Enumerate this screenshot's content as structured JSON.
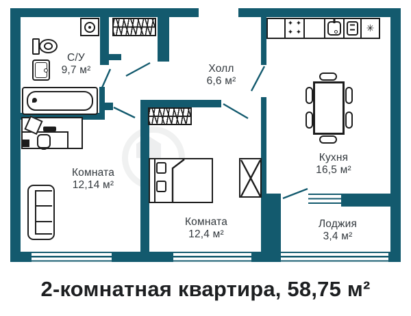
{
  "title": "2-комнатная квартира, 58,75 м²",
  "plan": {
    "rooms": {
      "bathroom": {
        "name": "С/У",
        "area": "9,7 м²"
      },
      "hall": {
        "name": "Холл",
        "area": "6,6 м²"
      },
      "kitchen": {
        "name": "Кухня",
        "area": "16,5 м²"
      },
      "room1": {
        "name": "Комната",
        "area": "12,14 м²"
      },
      "room2": {
        "name": "Комната",
        "area": "12,4 м²"
      },
      "loggia": {
        "name": "Лоджия",
        "area": "3,4 м²"
      }
    }
  },
  "symbols": {
    "burner": "✦",
    "fridge": "✳"
  },
  "colors": {
    "wall": "#135a6e",
    "outline": "#1c1c1c",
    "label": "#31373c",
    "title": "#1d1f21"
  }
}
